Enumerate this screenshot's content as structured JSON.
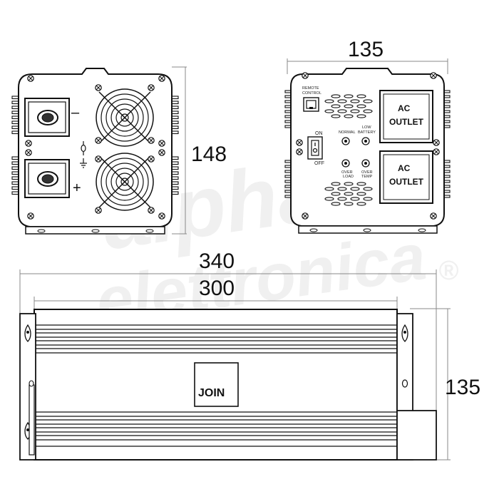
{
  "watermark": {
    "line1": "alpha",
    "line2": "elettronica",
    "registered": "®"
  },
  "dimensions": {
    "front_width": "135",
    "side_height": "148",
    "overall_length": "340",
    "body_length": "300",
    "top_height": "135"
  },
  "panel_left": {
    "minus_sign": "–",
    "plus_sign": "+"
  },
  "panel_right": {
    "remote_control_line1": "REMOTE",
    "remote_control_line2": "CONTROL",
    "switch_on": "ON",
    "switch_off": "OFF",
    "normal_label": "NORMAL",
    "low_battery_line1": "LOW",
    "low_battery_line2": "BATTERY",
    "over_load_line1": "OVER",
    "over_load_line2": "LOAD",
    "over_temp_line1": "OVER",
    "over_temp_line2": "TEMP",
    "outlet1_line1": "AC",
    "outlet1_line2": "OUTLET",
    "outlet2_line1": "AC",
    "outlet2_line2": "OUTLET"
  },
  "top_view": {
    "brand": "JOIN"
  }
}
